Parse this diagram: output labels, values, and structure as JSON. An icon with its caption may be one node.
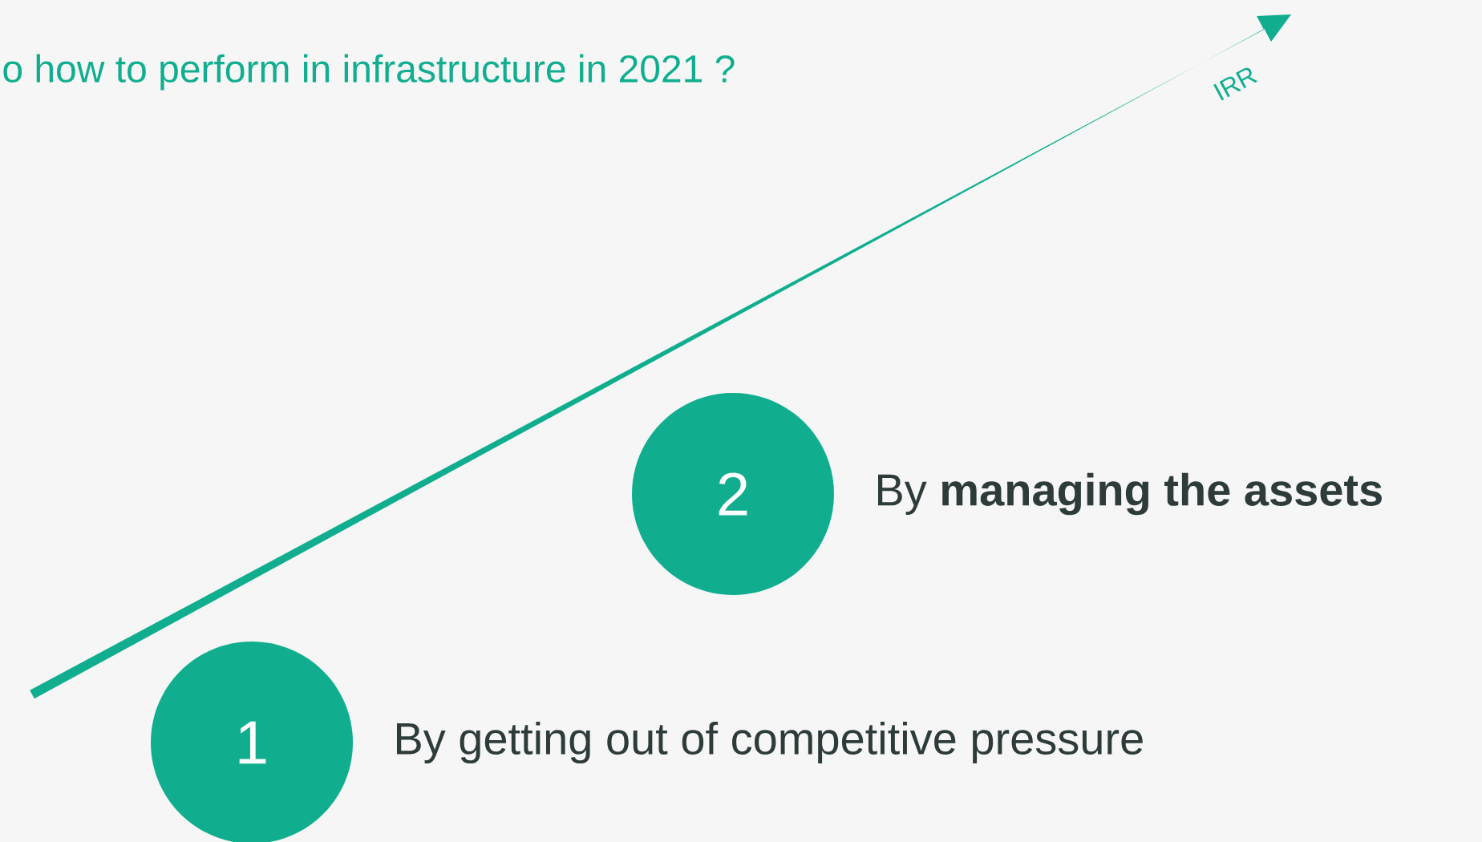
{
  "diagram": {
    "title": "o how to perform in infrastructure in 2021 ?",
    "nodes": [
      {
        "text": [
          "2"
        ],
        "beside": [
          "By **managing the assets**"
        ]
      },
      {
        "text": [
          "1"
        ],
        "beside": [
          "By getting out of competitive pressure"
        ]
      }
    ],
    "edges": [],
    "labels": [
      "IRR"
    ]
  }
}
